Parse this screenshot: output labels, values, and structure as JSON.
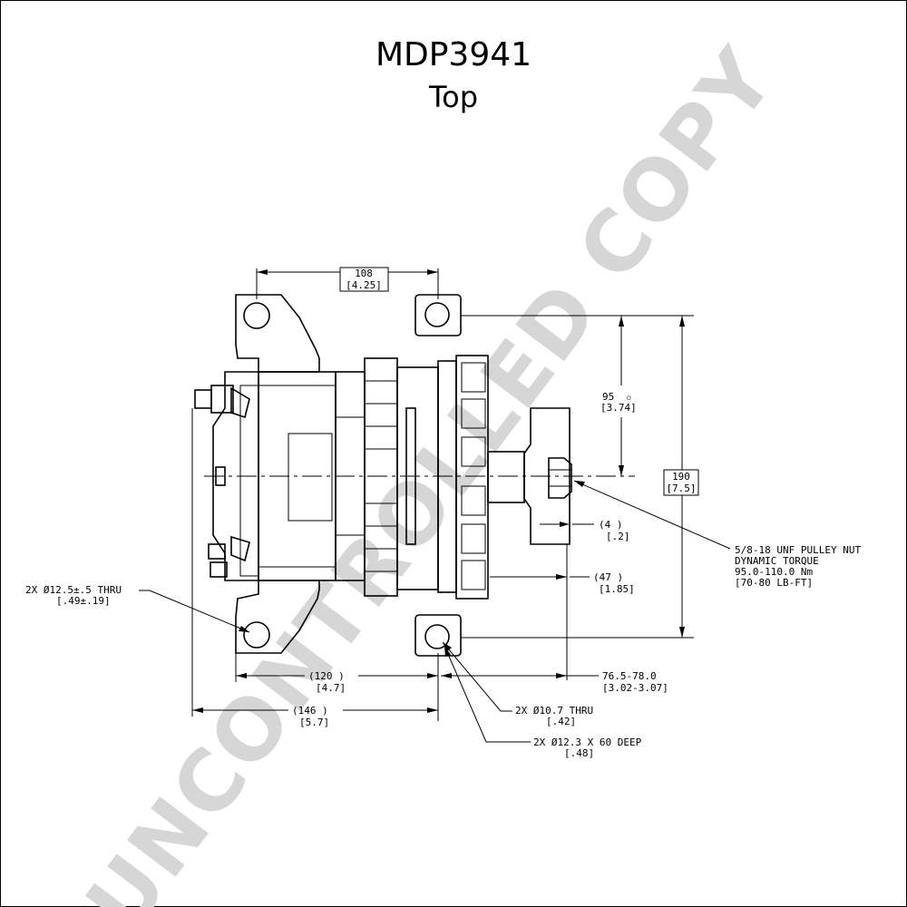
{
  "title": "MDP3941",
  "subtitle": "Top",
  "watermark": "UNCONTROLLED COPY",
  "dimensions": {
    "d108_mm": "108",
    "d108_in": "[4.25]",
    "d95_mm": "95",
    "d95_in": "[3.74]",
    "d190_mm": "190",
    "d190_in": "[7.5]",
    "d4_mm": "(4    )",
    "d4_in": "[.2]",
    "d47_mm": "(47    )",
    "d47_in": "[1.85]",
    "d120_mm": "(120    )",
    "d120_in": "[4.7]",
    "d146_mm": "(146    )",
    "d146_in": "[5.7]",
    "d765_mm": "76.5-78.0",
    "d765_in": "[3.02-3.07]"
  },
  "notes": {
    "pulley_nut_1": "5/8-18 UNF PULLEY NUT",
    "pulley_nut_2": "DYNAMIC TORQUE",
    "pulley_nut_3": "95.0-110.0 Nm",
    "pulley_nut_4": "[70-80 LB-FT]",
    "hole_large_1": "2X Ø12.5±.5 THRU",
    "hole_large_2": "[.49±.19]",
    "hole_thru_1": "2X Ø10.7  THRU",
    "hole_thru_2": "[.42]",
    "hole_deep_1": "2X Ø12.3  X 60 DEEP",
    "hole_deep_2": "[.48]"
  },
  "symbols": {
    "critical_dim": "✩"
  }
}
